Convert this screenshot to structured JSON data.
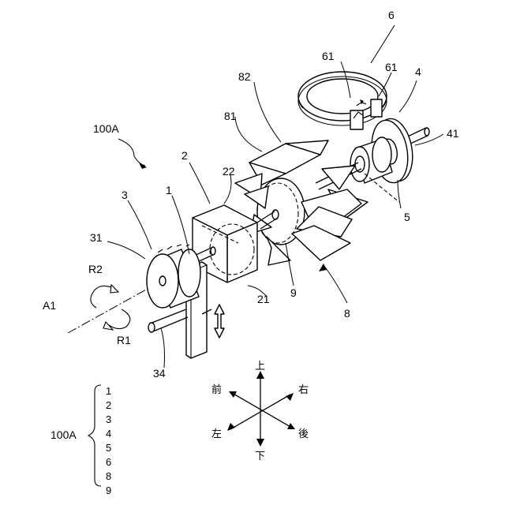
{
  "figure": {
    "assembly_label": "100A",
    "labels": {
      "ring": "6",
      "ring_part_left": "61",
      "ring_part_right": "61",
      "flange": "4",
      "flange_rim": "41",
      "fin_upper": "82",
      "fin_left": "81",
      "block": "2",
      "block_face": "22",
      "shaft_main": "1",
      "knob": "3",
      "knob_rim": "31",
      "rotation_ccw": "R2",
      "rotation_cw": "R1",
      "axis": "A1",
      "lever": "34",
      "block_inner": "21",
      "hub": "9",
      "bearing": "5",
      "rotor": "8"
    },
    "directions": {
      "up": "上",
      "down": "下",
      "front": "前",
      "back": "後",
      "left": "左",
      "right": "右"
    },
    "legend": {
      "label": "100A",
      "items": [
        "1",
        "2",
        "3",
        "4",
        "5",
        "6",
        "8",
        "9"
      ]
    }
  }
}
